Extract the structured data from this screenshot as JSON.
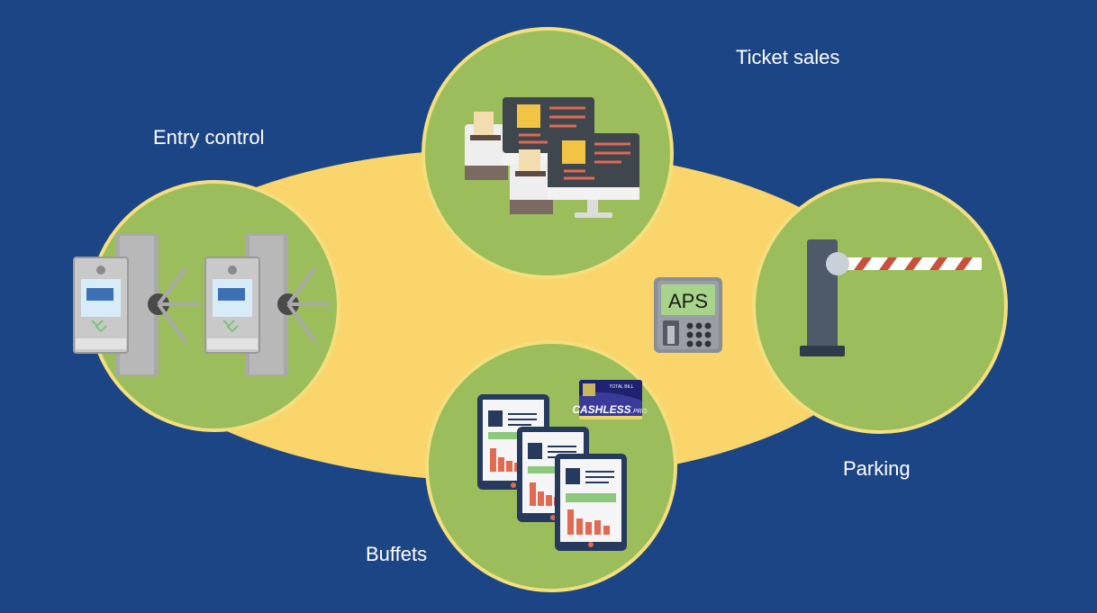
{
  "labels": {
    "entry_control": "Entry control",
    "ticket_sales": "Ticket sales",
    "parking": "Parking",
    "buffets": "Buffets"
  },
  "aps_label": "APS",
  "card": {
    "brand": "CASHLESS",
    "suffix": ".PRO",
    "small": "TOTAL BILL"
  },
  "colors": {
    "background": "#1c4586",
    "hub": "#f9d56c",
    "circle_fill": "#9cbd5b",
    "circle_border": "#f3df7d",
    "label_text": "#ffffff"
  },
  "icons": [
    "turnstile-icon",
    "ticket-terminal-icon",
    "parking-barrier-icon",
    "tablet-pos-icon",
    "cashless-card-icon",
    "aps-terminal-icon"
  ]
}
